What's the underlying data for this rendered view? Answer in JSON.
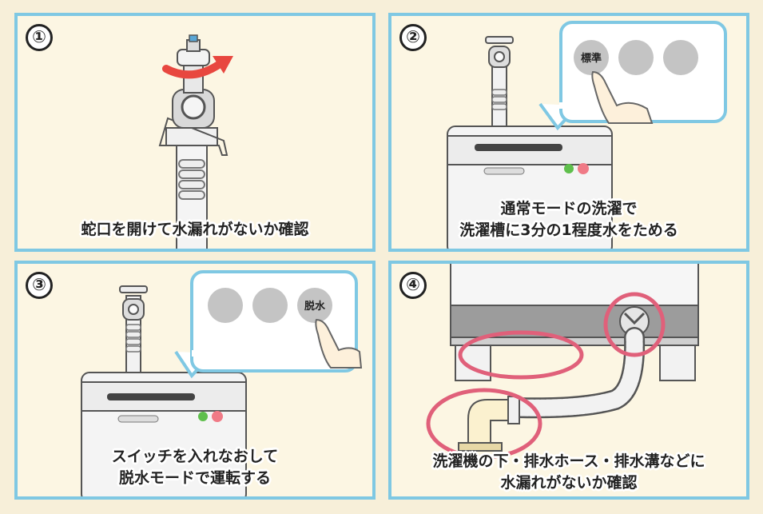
{
  "panels": [
    {
      "number": "①",
      "caption": [
        "蛇口を開けて水漏れがないか確認"
      ]
    },
    {
      "number": "②",
      "caption": [
        "通常モードの洗濯で",
        "洗濯槽に3分の1程度水をためる"
      ],
      "button_label": "標準"
    },
    {
      "number": "③",
      "caption": [
        "スイッチを入れなおして",
        "脱水モードで運転する"
      ],
      "button_label": "脱水"
    },
    {
      "number": "④",
      "caption": [
        "洗濯機の下・排水ホース・排水溝などに",
        "水漏れがないか確認"
      ]
    }
  ],
  "colors": {
    "background": "#f7efd9",
    "panel_border": "#7fc8e3",
    "highlight_circle": "#e0607a",
    "arrow": "#e8473f"
  }
}
